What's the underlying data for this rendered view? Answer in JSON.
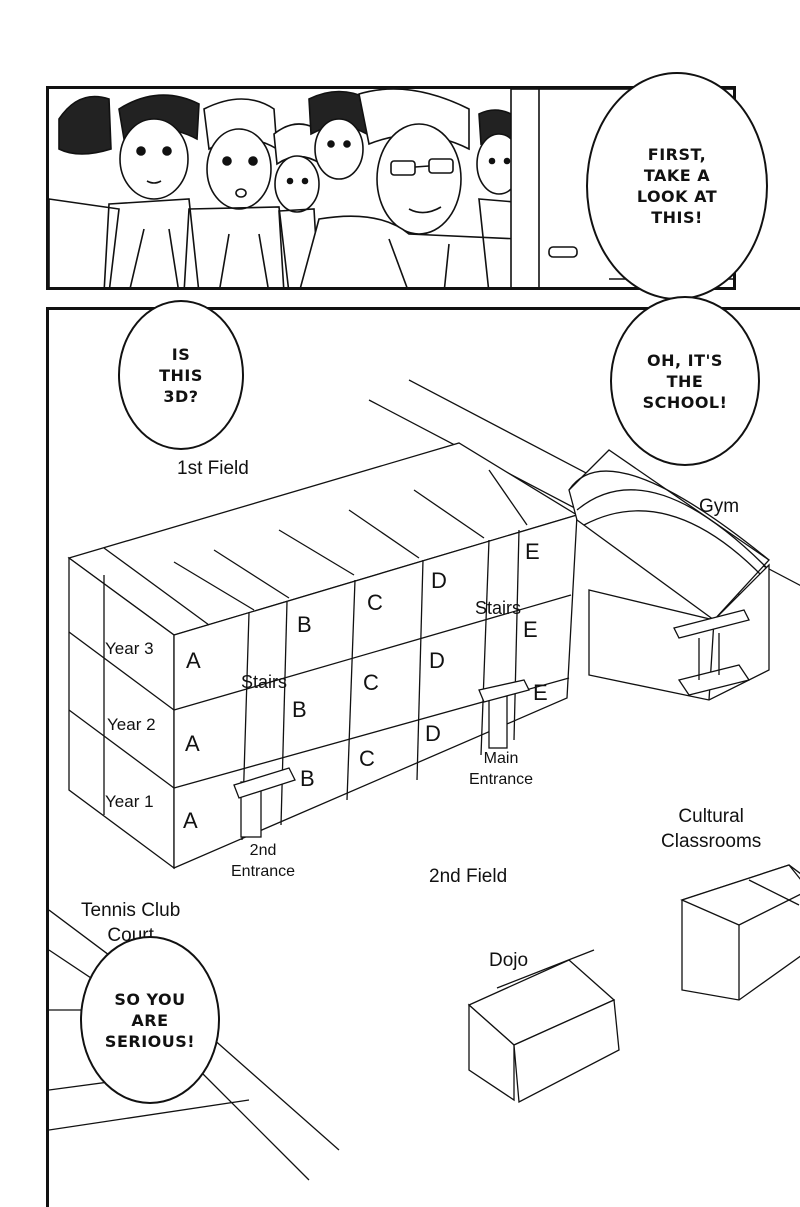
{
  "bubbles": {
    "first_look": "FIRST,\nTAKE A\nLOOK AT\nTHIS!",
    "is_this_3d": "IS\nTHIS\n3D?",
    "oh_school": "OH, IT'S\nTHE\nSCHOOL!",
    "serious": "SO YOU\nARE\nSERIOUS!"
  },
  "map": {
    "first_field": "1st Field",
    "second_field": "2nd Field",
    "gym": "Gym",
    "cultural": "Cultural\nClassrooms",
    "tennis": "Tennis Club\nCourt",
    "dojo": "Dojo",
    "main_entrance": "Main\nEntrance",
    "second_entrance": "2nd\nEntrance",
    "stairs": "Stairs",
    "years": [
      "Year 3",
      "Year 2",
      "Year 1"
    ],
    "classes": [
      "A",
      "B",
      "C",
      "D",
      "E"
    ]
  }
}
